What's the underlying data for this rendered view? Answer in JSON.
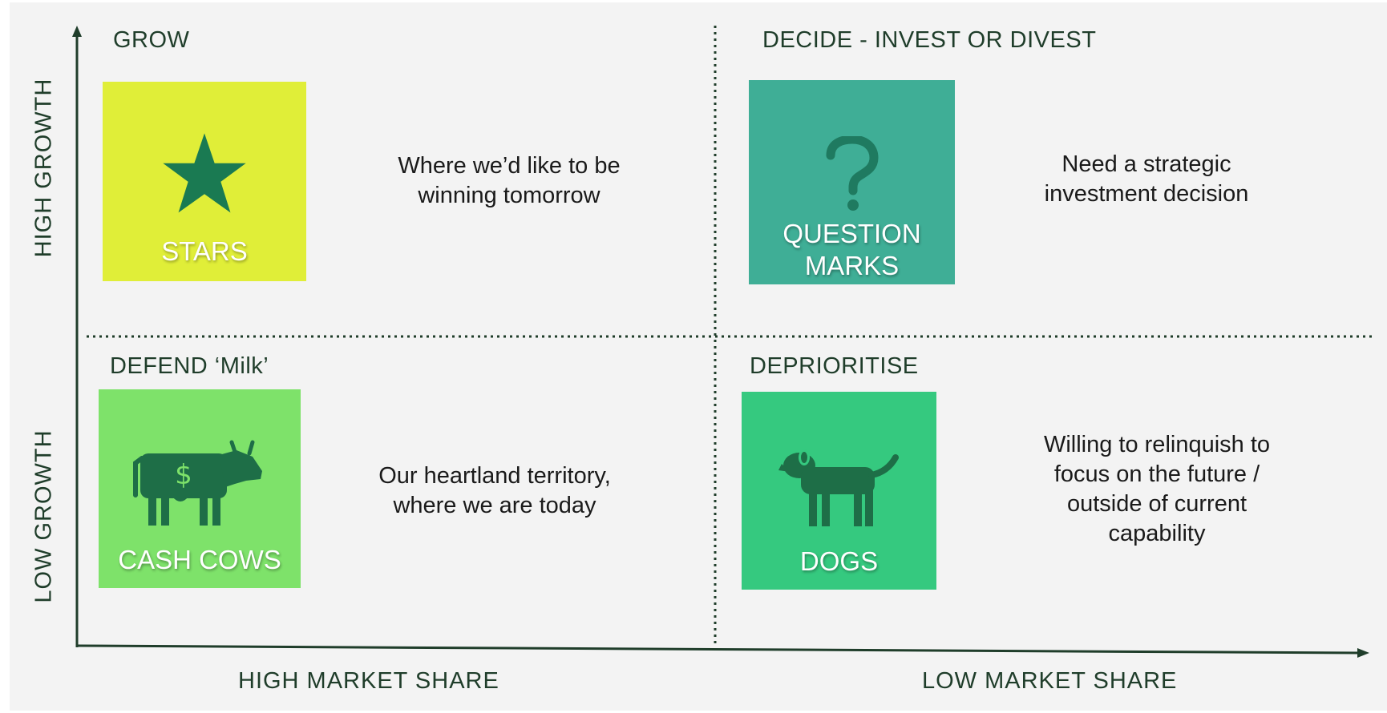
{
  "axes": {
    "y_high": "HIGH GROWTH",
    "y_low": "LOW GROWTH",
    "x_high": "HIGH MARKET SHARE",
    "x_low": "LOW MARKET SHARE"
  },
  "quadrants": {
    "stars": {
      "heading": "GROW",
      "label": "STARS",
      "icon": "star-icon",
      "color": "#e0ee38",
      "icon_color": "#1a7a52",
      "description_lines": [
        "Where we’d like to be",
        "winning tomorrow"
      ]
    },
    "question_marks": {
      "heading": "DECIDE - INVEST OR DIVEST",
      "label_lines": [
        "QUESTION",
        "MARKS"
      ],
      "icon": "question-mark-icon",
      "color": "#3fae96",
      "icon_color": "#1f7a60",
      "description_lines": [
        "Need a strategic",
        "investment decision"
      ]
    },
    "cash_cows": {
      "heading": "DEFEND ‘Milk’",
      "label": "CASH COWS",
      "icon": "cow-icon",
      "color": "#7ee26a",
      "icon_color": "#1e6e47",
      "description_lines": [
        "Our heartland territory,",
        "where we are today"
      ]
    },
    "dogs": {
      "heading": "DEPRIORITISE",
      "label": "DOGS",
      "icon": "dog-icon",
      "color": "#35c97f",
      "icon_color": "#1e6e47",
      "description_lines": [
        "Willing to relinquish to",
        "focus on the future /",
        "outside of current",
        "capability"
      ]
    }
  },
  "colors": {
    "axis": "#1f3d2a",
    "text": "#1f3d2a"
  }
}
